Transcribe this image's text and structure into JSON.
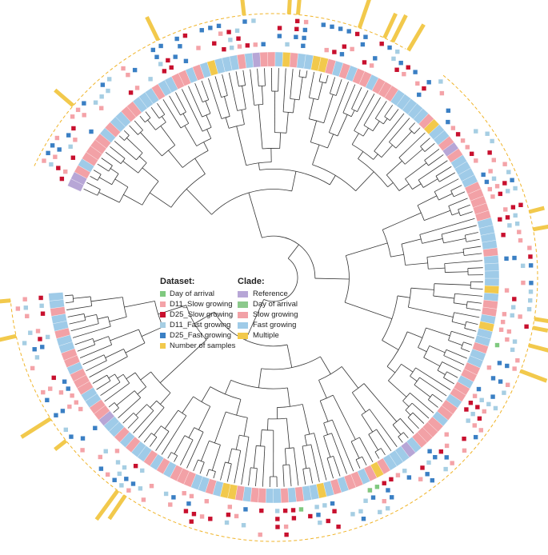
{
  "legends": {
    "dataset": {
      "title": "Dataset:",
      "items": [
        {
          "label": "Day of arrival",
          "color": "#7fc97f"
        },
        {
          "label": "D11_Slow growing",
          "color": "#f4a3a8"
        },
        {
          "label": "D25_Slow growing",
          "color": "#c8102e"
        },
        {
          "label": "D11_Fast growing",
          "color": "#a6cee3"
        },
        {
          "label": "D25_Fast growing",
          "color": "#3a7fc4"
        },
        {
          "label": "Number of samples",
          "color": "#f2c94c"
        }
      ]
    },
    "clade": {
      "title": "Clade:",
      "items": [
        {
          "label": "Reference",
          "color": "#b7a6d6"
        },
        {
          "label": "Day of arrival",
          "color": "#8cc98c"
        },
        {
          "label": "Slow growing",
          "color": "#f2a1a6"
        },
        {
          "label": "Fast growing",
          "color": "#9fcbe8"
        },
        {
          "label": "Multiple",
          "color": "#f2c94c"
        }
      ]
    }
  },
  "colors": {
    "tree_line": "#333333",
    "tip_label_band": "#9fc3e6",
    "outer_dashed_arc": "#f0b429",
    "sample_bar": "#f2c94c"
  }
}
